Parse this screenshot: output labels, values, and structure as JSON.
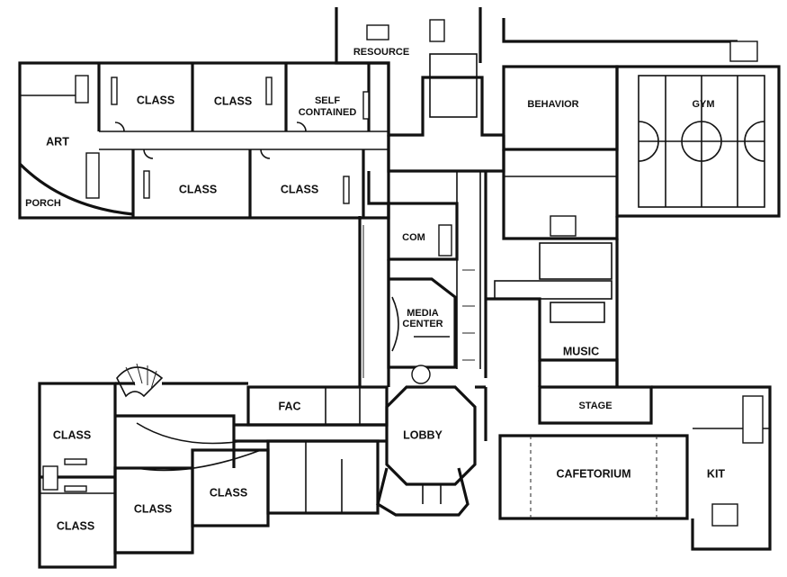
{
  "plan": {
    "title": "School floor plan",
    "line_color": "#111111",
    "background": "#ffffff"
  },
  "rooms": {
    "resource": "RESOURCE",
    "class_top_1": "CLASS",
    "class_top_2": "CLASS",
    "self_contained_1": "SELF",
    "self_contained_2": "CONTAINED",
    "behavior": "BEHAVIOR",
    "gym": "GYM",
    "art": "ART",
    "class_mid_1": "CLASS",
    "class_mid_2": "CLASS",
    "porch": "PORCH",
    "com": "COM",
    "media_center_1": "MEDIA",
    "media_center_2": "CENTER",
    "music": "MUSIC",
    "fac": "FAC",
    "stage": "STAGE",
    "class_left_1": "CLASS",
    "lobby": "LOBBY",
    "cafetorium": "CAFETORIUM",
    "kit": "KIT",
    "class_bottom_1": "CLASS",
    "class_bottom_2": "CLASS",
    "class_left_2": "CLASS"
  }
}
